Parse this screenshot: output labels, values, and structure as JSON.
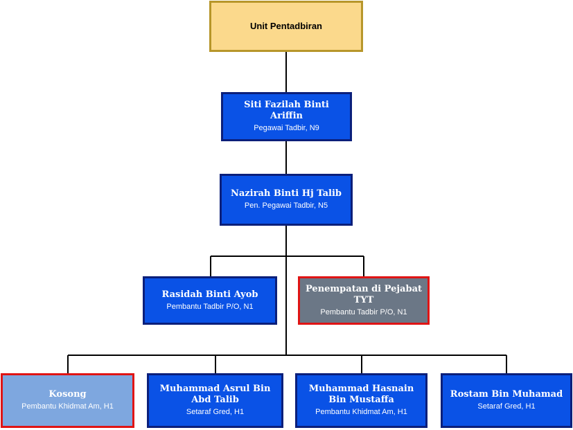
{
  "root": {
    "label": "Unit Pentadbiran"
  },
  "level1": {
    "name": "Siti Fazilah Binti Ariffin",
    "role": "Pegawai Tadbir, N9"
  },
  "level2": {
    "name": "Nazirah Binti Hj Talib",
    "role": "Pen. Pegawai Tadbir, N5"
  },
  "level3": [
    {
      "name": "Rasidah Binti Ayob",
      "role": "Pembantu Tadbir P/O, N1"
    },
    {
      "name": "Penempatan di Pejabat TYT",
      "role": "Pembantu Tadbir P/O, N1"
    }
  ],
  "level4": [
    {
      "name": "Kosong",
      "role": "Pembantu Khidmat Am, H1"
    },
    {
      "name": "Muhammad Asrul Bin Abd Talib",
      "role": "Setaraf Gred, H1"
    },
    {
      "name": "Muhammad Hasnain Bin Mustaffa",
      "role": "Pembantu Khidmat Am, H1"
    },
    {
      "name": "Rostam Bin Muhamad",
      "role": "Setaraf Gred, H1"
    }
  ],
  "colors": {
    "node_fill": "#0a52e6",
    "node_border": "#0b1f7a",
    "root_fill": "#fbd98c",
    "root_border": "#b7962a",
    "vacant_fill": "#7ea7df",
    "external_fill": "#6b7786",
    "highlight_border": "#e01414",
    "connector": "#000000"
  }
}
